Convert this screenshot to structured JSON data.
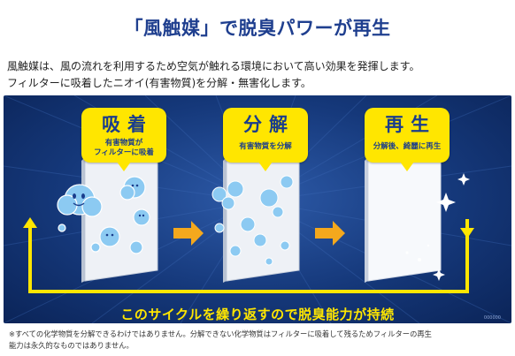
{
  "title": "「風触媒」で脱臭パワーが再生",
  "description": {
    "line1": "風触媒は、風の流れを利用するため空気が触れる環境において高い効果を発揮します。",
    "line2": "フィルターに吸着したニオイ(有害物質)を分解・無害化します。"
  },
  "stages": [
    {
      "title": "吸着",
      "subtitle_line1": "有害物質が",
      "subtitle_line2": "フィルターに吸着"
    },
    {
      "title": "分解",
      "subtitle_line1": "有害物質を分解",
      "subtitle_line2": ""
    },
    {
      "title": "再生",
      "subtitle_line1": "分解後、綺麗に再生",
      "subtitle_line2": ""
    }
  ],
  "cycle_text": "このサイクルを繰り返すので脱臭能力が持続",
  "code": "000000",
  "footnote": {
    "line1": "※すべての化学物質を分解できるわけではありません。分解できない化学物質はフィルターに吸着して残るためフィルターの再生",
    "line2": "能力は永久的なものではありません。"
  },
  "colors": {
    "title": "#1f3f8f",
    "panel_bg": "#15387a",
    "accent_yellow": "#ffe600",
    "arrow_orange": "#f4a81d"
  },
  "icons": [
    "smiling-cloud-icon",
    "broken-particle-icon",
    "sparkle-icon",
    "arrow-right-icon",
    "cycle-arrow-icon"
  ]
}
